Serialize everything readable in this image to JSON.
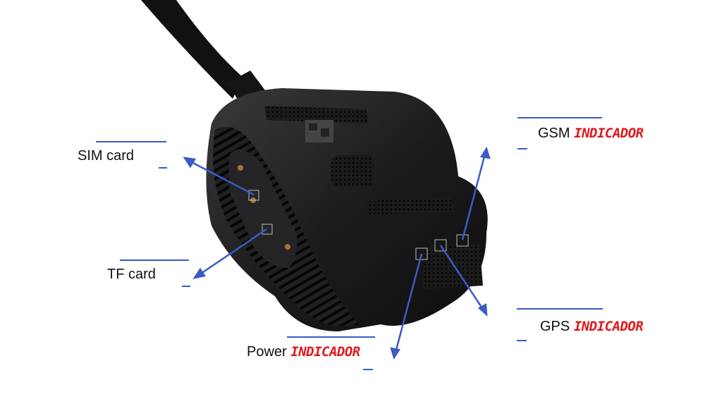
{
  "labels": {
    "sim": {
      "text": "SIM card"
    },
    "tf": {
      "text": "TF card"
    },
    "power": {
      "prefix": "Power",
      "suffix": "INDICADOR"
    },
    "gps": {
      "prefix": "GPS",
      "suffix": "INDICADOR"
    },
    "gsm": {
      "prefix": "GSM",
      "suffix": "INDICADOR"
    }
  },
  "colors": {
    "accent_line": "#3a5bc7",
    "arrow": "#3a5bc7",
    "indicator_text": "#e0191b",
    "device_body": "#1c1c1e"
  }
}
